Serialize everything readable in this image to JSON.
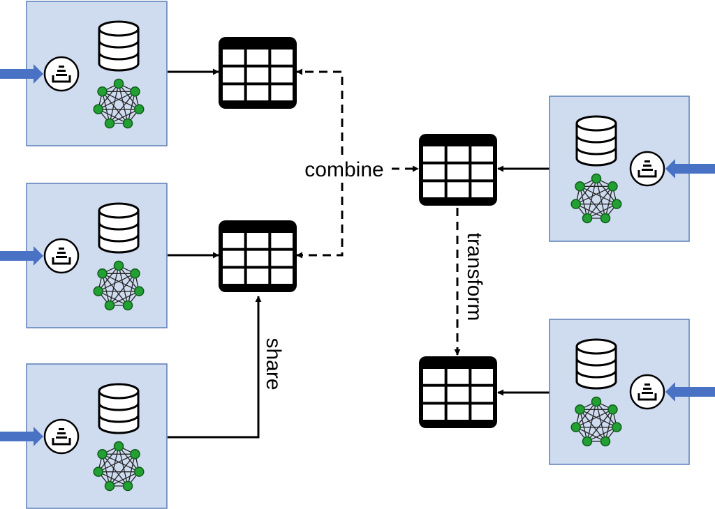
{
  "labels": {
    "combine": "combine",
    "share": "share",
    "transform": "transform"
  },
  "nodes": [
    {
      "id": "node-left-1",
      "side": "left",
      "icons": [
        "database-icon",
        "inbox-tray-icon",
        "network-graph-icon"
      ]
    },
    {
      "id": "node-left-2",
      "side": "left",
      "icons": [
        "database-icon",
        "inbox-tray-icon",
        "network-graph-icon"
      ]
    },
    {
      "id": "node-left-3",
      "side": "left",
      "icons": [
        "database-icon",
        "inbox-tray-icon",
        "network-graph-icon"
      ]
    },
    {
      "id": "node-right-1",
      "side": "right",
      "icons": [
        "database-icon",
        "inbox-tray-icon",
        "network-graph-icon"
      ]
    },
    {
      "id": "node-right-2",
      "side": "right",
      "icons": [
        "database-icon",
        "inbox-tray-icon",
        "network-graph-icon"
      ]
    }
  ],
  "tables": [
    "table-1",
    "table-2",
    "table-combined",
    "table-transformed"
  ],
  "colors": {
    "node_fill": "#cfdcf0",
    "node_border": "#5b7fb5",
    "input_arrow": "#4a72c4",
    "graph_node": "#22a033",
    "graph_node_border": "#0e5c17",
    "ink": "#000000"
  }
}
